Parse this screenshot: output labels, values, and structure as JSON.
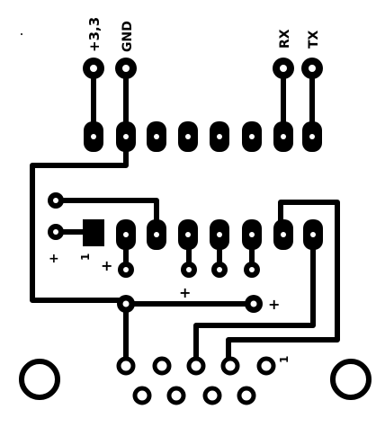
{
  "labels": {
    "v33": "+3,3",
    "gnd": "GND",
    "rx": "RX",
    "tx": "TX",
    "pin1_cap": "1",
    "pin1_db9": "1",
    "plus_a": "+",
    "plus_b": "+",
    "plus_c": "+",
    "plus_d": "+"
  },
  "colors": {
    "copper": "#000000",
    "board": "#ffffff",
    "drill": "#ffffff"
  }
}
